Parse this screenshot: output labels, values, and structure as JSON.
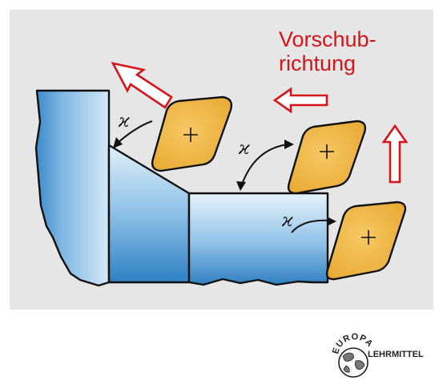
{
  "diagram": {
    "feed_label": {
      "line1": "Vorschub-",
      "line2": "richtung"
    },
    "angle_symbol": "ϰ",
    "insert_marker": "+",
    "tool_count": 3,
    "colors": {
      "panel": "#e6e6e6",
      "workpiece_light": "#d4e9f8",
      "workpiece_dark": "#3a8acb",
      "insert_fill": "#f0b43c",
      "arrow_outline": "#d8141b"
    }
  },
  "logo": {
    "brand_top": "EUROPA",
    "brand_bottom": "LEHRMITTEL",
    "icon": "globe-icon"
  }
}
